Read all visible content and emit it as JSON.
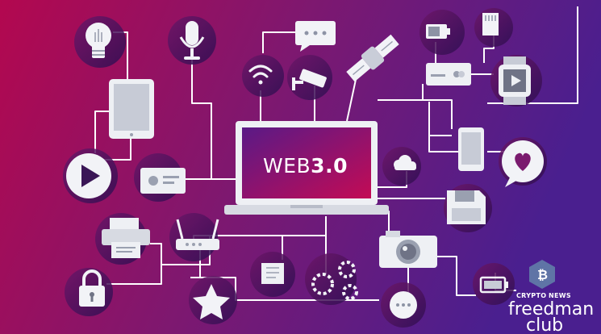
{
  "headline": {
    "part1": "WEB",
    "part2": "3.0"
  },
  "watermark": {
    "line1": "CRYPTO",
    "line2": "NEWS",
    "line3": "freedman",
    "line4": "club"
  },
  "icons": [
    "lightbulb-icon",
    "microphone-icon",
    "chat-bubble-icon",
    "satellite-icon",
    "sd-card-icon",
    "battery-icon",
    "tablet-icon",
    "wifi-icon",
    "security-camera-icon",
    "credit-card-icon",
    "smartwatch-icon",
    "play-button-icon",
    "id-card-icon",
    "smartphone-icon",
    "heart-chat-icon",
    "cloud-icon",
    "floppy-disk-icon",
    "printer-icon",
    "router-icon",
    "book-icon",
    "gears-icon",
    "camera-icon",
    "battery-charging-icon",
    "lock-icon",
    "star-icon",
    "message-icon",
    "bitcoin-icon"
  ],
  "colors": {
    "bg_left": "#b3084f",
    "bg_mid": "#7a1a6e",
    "bg_right": "#4c1f8e",
    "circle": "#3e1464",
    "line": "#ffffff"
  }
}
